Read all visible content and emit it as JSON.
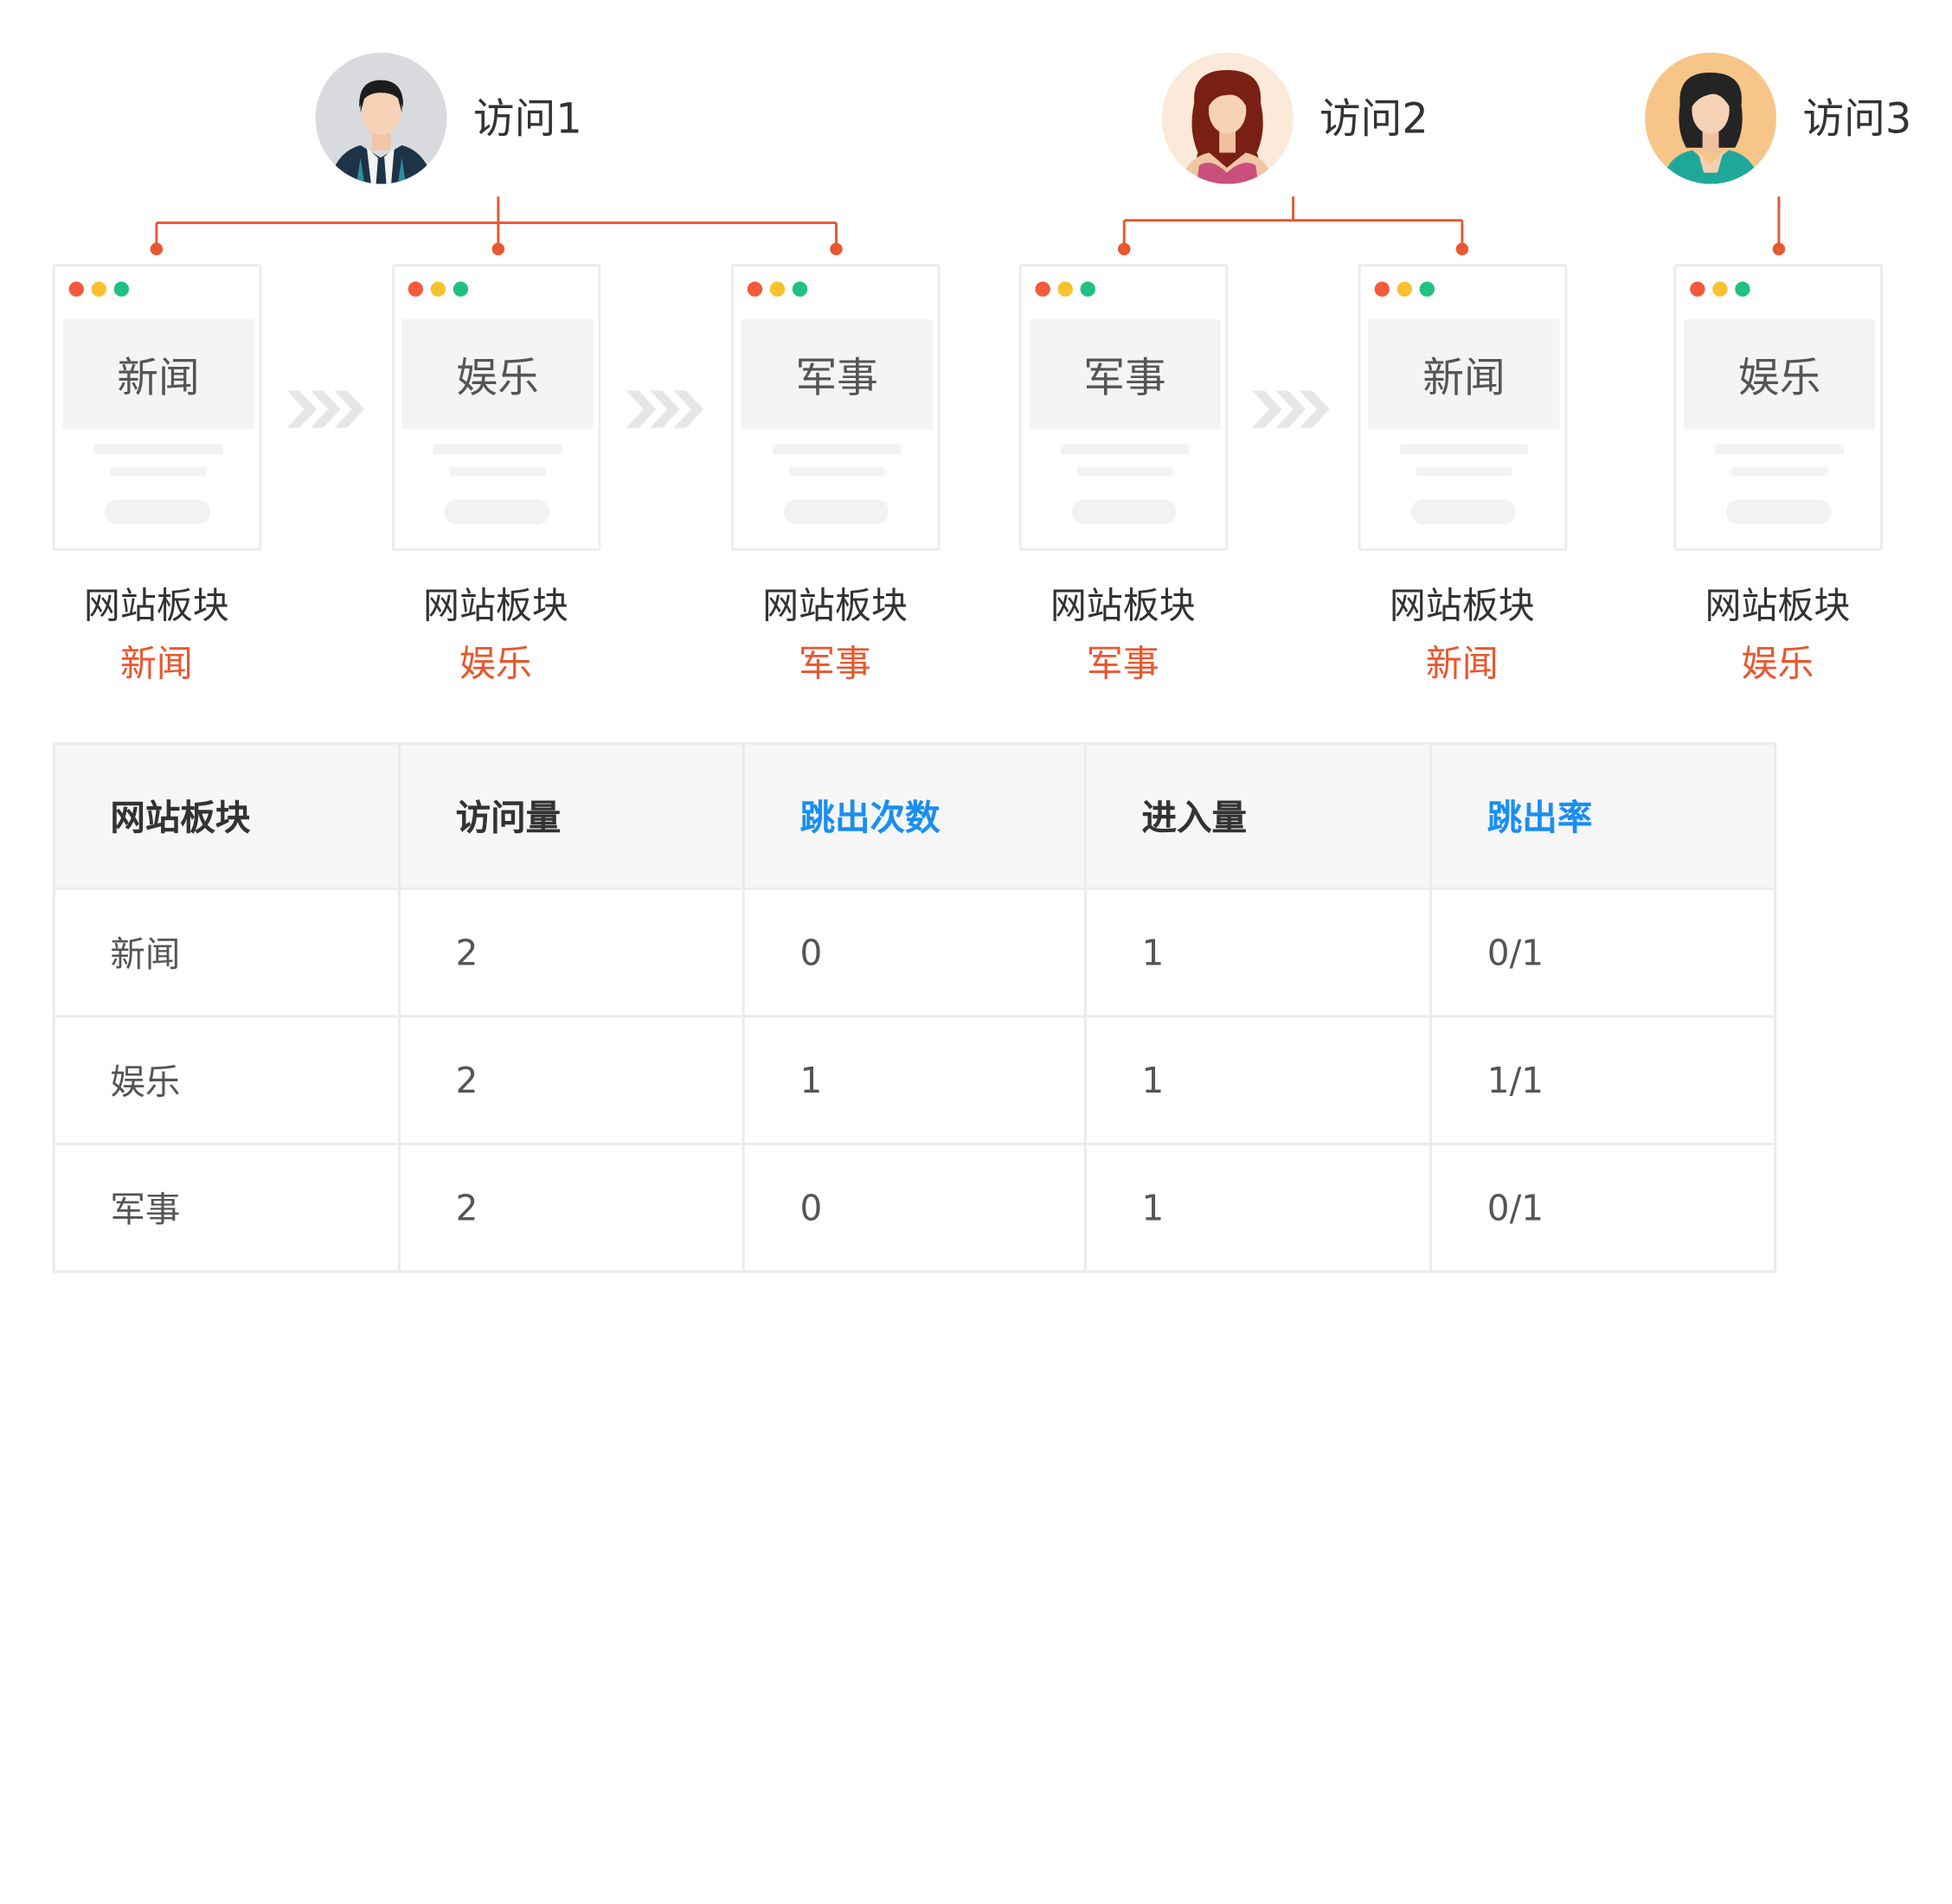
{
  "visits": [
    {
      "label": "访问1",
      "avatar": "avatar-man-icon"
    },
    {
      "label": "访问2",
      "avatar": "avatar-woman-red-hair-icon"
    },
    {
      "label": "访问3",
      "avatar": "avatar-woman-teal-icon"
    }
  ],
  "pages": [
    {
      "card_title": "新闻",
      "caption": "网站板块",
      "section": "新闻"
    },
    {
      "card_title": "娱乐",
      "caption": "网站板块",
      "section": "娱乐"
    },
    {
      "card_title": "军事",
      "caption": "网站板块",
      "section": "军事"
    },
    {
      "card_title": "军事",
      "caption": "网站板块",
      "section": "军事"
    },
    {
      "card_title": "新闻",
      "caption": "网站板块",
      "section": "新闻"
    },
    {
      "card_title": "娱乐",
      "caption": "网站板块",
      "section": "娱乐"
    }
  ],
  "table": {
    "headers": [
      "网站板块",
      "访问量",
      "跳出次数",
      "进入量",
      "跳出率"
    ],
    "rows": [
      [
        "新闻",
        "2",
        "0",
        "1",
        "0/1"
      ],
      [
        "娱乐",
        "2",
        "1",
        "1",
        "1/1"
      ],
      [
        "军事",
        "2",
        "0",
        "1",
        "0/1"
      ]
    ]
  },
  "colors": {
    "connector": "#e9572e",
    "section_text": "#e9572e",
    "highlight_header": "#1a8ef2",
    "dot_red": "#f25a3b",
    "dot_yellow": "#f8c12f",
    "dot_green": "#21c083"
  }
}
